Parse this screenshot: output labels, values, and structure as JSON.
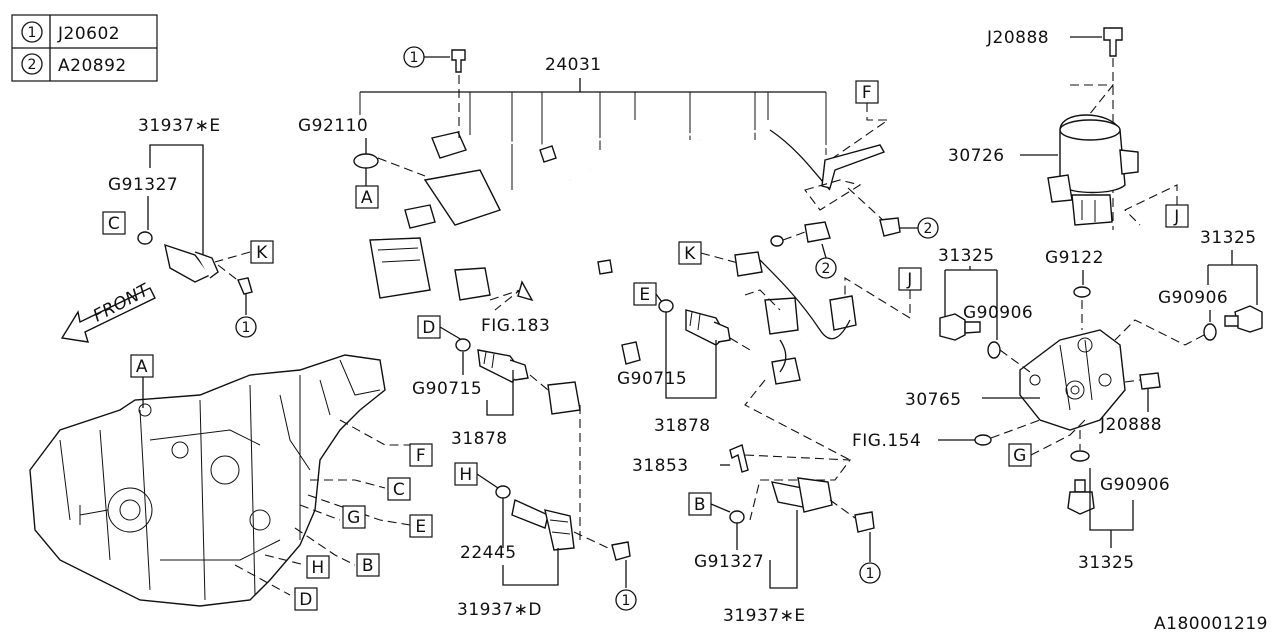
{
  "legend": [
    {
      "num": "1",
      "code": "J20602"
    },
    {
      "num": "2",
      "code": "A20892"
    }
  ],
  "part_numbers": {
    "harness": "24031",
    "sensor_e_left": "31937∗E",
    "sensor_e_right": "31937∗E",
    "sensor_d": "31937∗D",
    "o_ring_c": "G91327",
    "o_ring_b": "G91327",
    "gasket_a": "G92110",
    "o_ring_d": "G90715",
    "o_ring_e": "G90715",
    "switch_d": "31878",
    "switch_e": "31878",
    "sensor_h": "22445",
    "clamp": "31853",
    "bolt_top": "J20888",
    "bolt_right": "J20888",
    "solenoid": "30726",
    "valve_body": "30765",
    "o_ring_valve": "G9122",
    "plug_left": "31325",
    "plug_right": "31325",
    "plug_bottom": "31325",
    "o_ring_plug_left": "G90906",
    "o_ring_plug_right": "G90906",
    "o_ring_plug_bottom": "G90906"
  },
  "fig_refs": {
    "fig183": "FIG.183",
    "fig154": "FIG.154"
  },
  "front_label": "FRONT",
  "letters": {
    "A": "A",
    "B": "B",
    "C": "C",
    "D": "D",
    "E": "E",
    "F": "F",
    "G": "G",
    "H": "H",
    "J": "J",
    "K": "K"
  },
  "circled": {
    "one": "1",
    "two": "2"
  },
  "diagram_id": "A180001219"
}
